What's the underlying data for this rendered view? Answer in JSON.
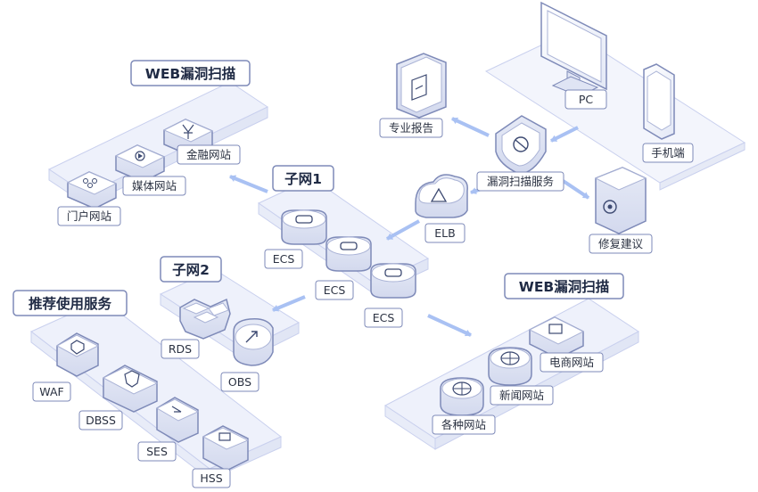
{
  "colors": {
    "outline": "#7e8ab8",
    "platform_fill": "#eef1fb",
    "platform_stroke": "#c9d0ee",
    "arrow": "#a9c1f3",
    "icon_glyph": "#3d4a72"
  },
  "groups": {
    "web_scan_top": {
      "title": "WEB漏洞扫描"
    },
    "subnet1": {
      "title": "子网1"
    },
    "subnet2": {
      "title": "子网2"
    },
    "recommended": {
      "title": "推荐使用服务"
    },
    "web_scan_bottom": {
      "title": "WEB漏洞扫描"
    }
  },
  "nodes": {
    "pc": "PC",
    "mobile": "手机端",
    "report": "专业报告",
    "scan_service": "漏洞扫描服务",
    "fix": "修复建议",
    "elb": "ELB",
    "portal_site": "门户网站",
    "media_site": "媒体网站",
    "finance_site": "金融网站",
    "ecs_1": "ECS",
    "ecs_2": "ECS",
    "ecs_3": "ECS",
    "rds": "RDS",
    "obs": "OBS",
    "waf": "WAF",
    "dbss": "DBSS",
    "ses": "SES",
    "hss": "HSS",
    "ecommerce_site": "电商网站",
    "news_site": "新闻网站",
    "various_sites": "各种网站"
  }
}
